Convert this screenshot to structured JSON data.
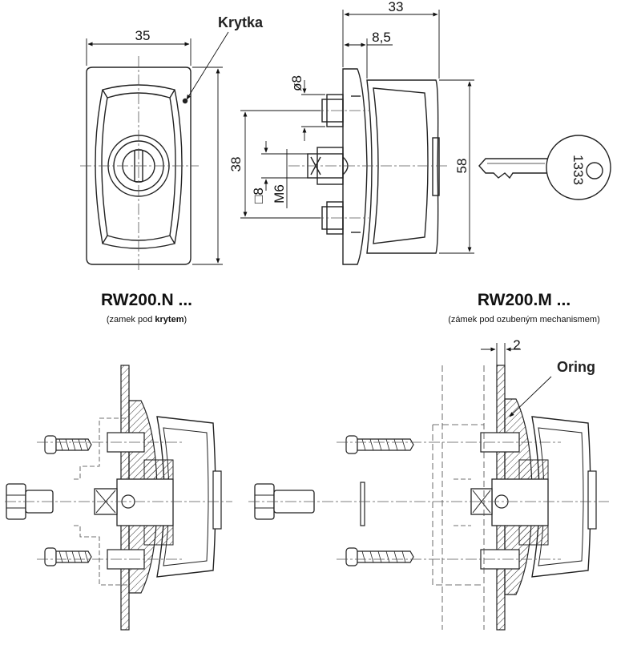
{
  "labels": {
    "krytka": "Krytka",
    "oring": "Oring"
  },
  "dimensions": {
    "front_width": "35",
    "side_depth": "33",
    "side_offset": "8,5",
    "bolt_diameter": "ø8",
    "hole_spacing": "38",
    "square": "□8",
    "thread": "M6",
    "height": "58",
    "gap": "2"
  },
  "key": {
    "number": "1333"
  },
  "models": [
    {
      "name": "RW200.N ...",
      "note_prefix": "(zamek pod ",
      "note_bold": "krytem",
      "note_suffix": ")"
    },
    {
      "name": "RW200.M ...",
      "note_prefix": "(zámek pod ozubeným mechanismem)",
      "note_bold": "",
      "note_suffix": ""
    }
  ]
}
